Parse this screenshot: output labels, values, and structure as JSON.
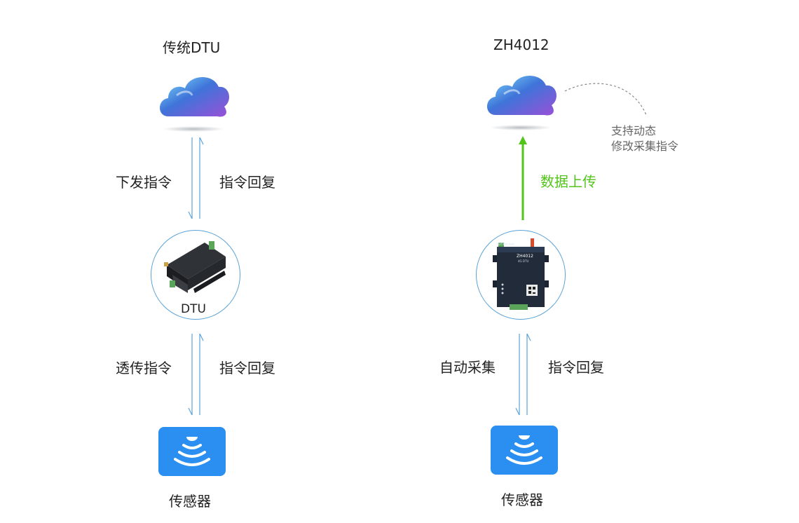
{
  "left": {
    "title": "传统DTU",
    "down_command": "下发指令",
    "command_reply_top": "指令回复",
    "device_label": "DTU",
    "passthrough_command": "透传指令",
    "command_reply_bottom": "指令回复",
    "sensor_label": "传感器"
  },
  "right": {
    "title": "ZH4012",
    "data_upload": "数据上传",
    "note_line1": "支持动态",
    "note_line2": "修改采集指令",
    "auto_collect": "自动采集",
    "command_reply": "指令回复",
    "sensor_label": "传感器",
    "device_brand": "IOTRouter",
    "device_model": "ZH4012",
    "device_sub": "4G DTU"
  },
  "colors": {
    "arrow_blue": "#5aa2d8",
    "arrow_green": "#52c41a",
    "sensor_blue": "#2a8ff0",
    "note_gray": "#666666"
  },
  "icons": [
    "cloud-icon",
    "dtu-device-icon",
    "zh4012-device-icon",
    "sensor-wave-icon",
    "dashed-curve-connector"
  ]
}
